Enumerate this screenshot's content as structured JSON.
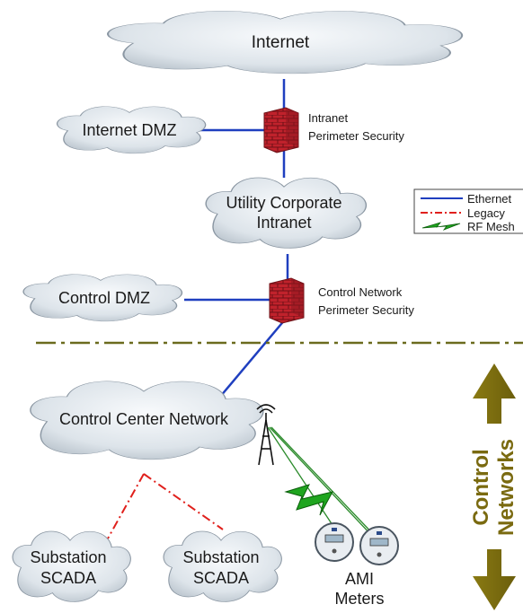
{
  "clouds": {
    "internet": "Internet",
    "internet_dmz": "Internet DMZ",
    "corporate_line1": "Utility Corporate",
    "corporate_line2": "Intranet",
    "control_dmz": "Control DMZ",
    "control_center": "Control Center Network",
    "substation1_line1": "Substation",
    "substation1_line2": "SCADA",
    "substation2_line1": "Substation",
    "substation2_line2": "SCADA"
  },
  "firewalls": {
    "intranet_line1": "Intranet",
    "intranet_line2": "Perimeter Security",
    "control_line1": "Control Network",
    "control_line2": "Perimeter Security"
  },
  "ami": {
    "line1": "AMI",
    "line2": "Meters"
  },
  "legend": [
    {
      "label": "Ethernet",
      "icon": "ethernet-line-icon",
      "color": "#1f3fbf"
    },
    {
      "label": "Legacy",
      "icon": "legacy-dashdot-line-icon",
      "color": "#e0201c"
    },
    {
      "label": "RF Mesh",
      "icon": "rf-lightning-icon",
      "color": "#2a8a2a"
    }
  ],
  "zone": {
    "line1": "Control",
    "line2": "Networks",
    "color": "#7a6a10"
  },
  "colors": {
    "ethernet": "#1f3fbf",
    "legacy": "#e0201c",
    "boundary": "#6b6b1e",
    "firewall": "#b4202a",
    "cloud": "#dfe6ec"
  }
}
